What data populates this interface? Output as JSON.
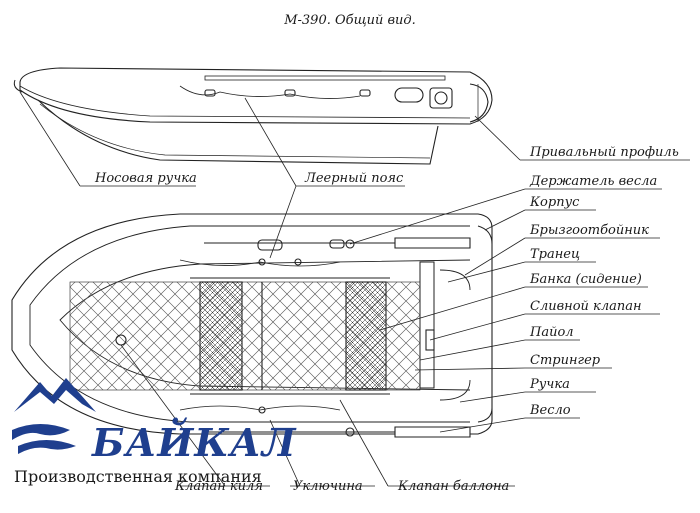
{
  "title": "M-390. Общий вид.",
  "labels": {
    "privalny": "Привальный профиль",
    "nosovaya": "Носовая ручка",
    "leer": "Леерный пояс",
    "derzhatel": "Держатель весла",
    "korpus": "Корпус",
    "bryzgo": "Брызгоотбойник",
    "tranec": "Транец",
    "banka": "Банка (сидение)",
    "sliv": "Сливной клапан",
    "payol": "Пайол",
    "stringer": "Стрингер",
    "ruchka": "Ручка",
    "veslo": "Весло",
    "kil": "Клапан киля",
    "uklyuchina": "Уключина",
    "ballon": "Клапан баллона"
  },
  "logo": {
    "brand": "БАЙКАЛ",
    "subtitle": "Производственная компания",
    "colors": {
      "blue": "#1f3f8e"
    }
  }
}
